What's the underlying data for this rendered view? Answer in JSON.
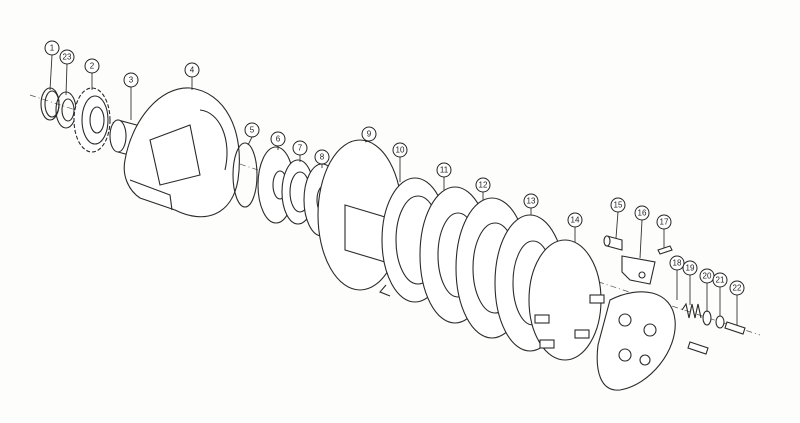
{
  "diagram": {
    "type": "exploded parts view",
    "part_numbers": [
      "1",
      "23",
      "2",
      "3",
      "4",
      "5",
      "6",
      "7",
      "8",
      "9",
      "10",
      "11",
      "12",
      "13",
      "14",
      "15",
      "16",
      "17",
      "18",
      "19",
      "20",
      "21",
      "22"
    ]
  }
}
